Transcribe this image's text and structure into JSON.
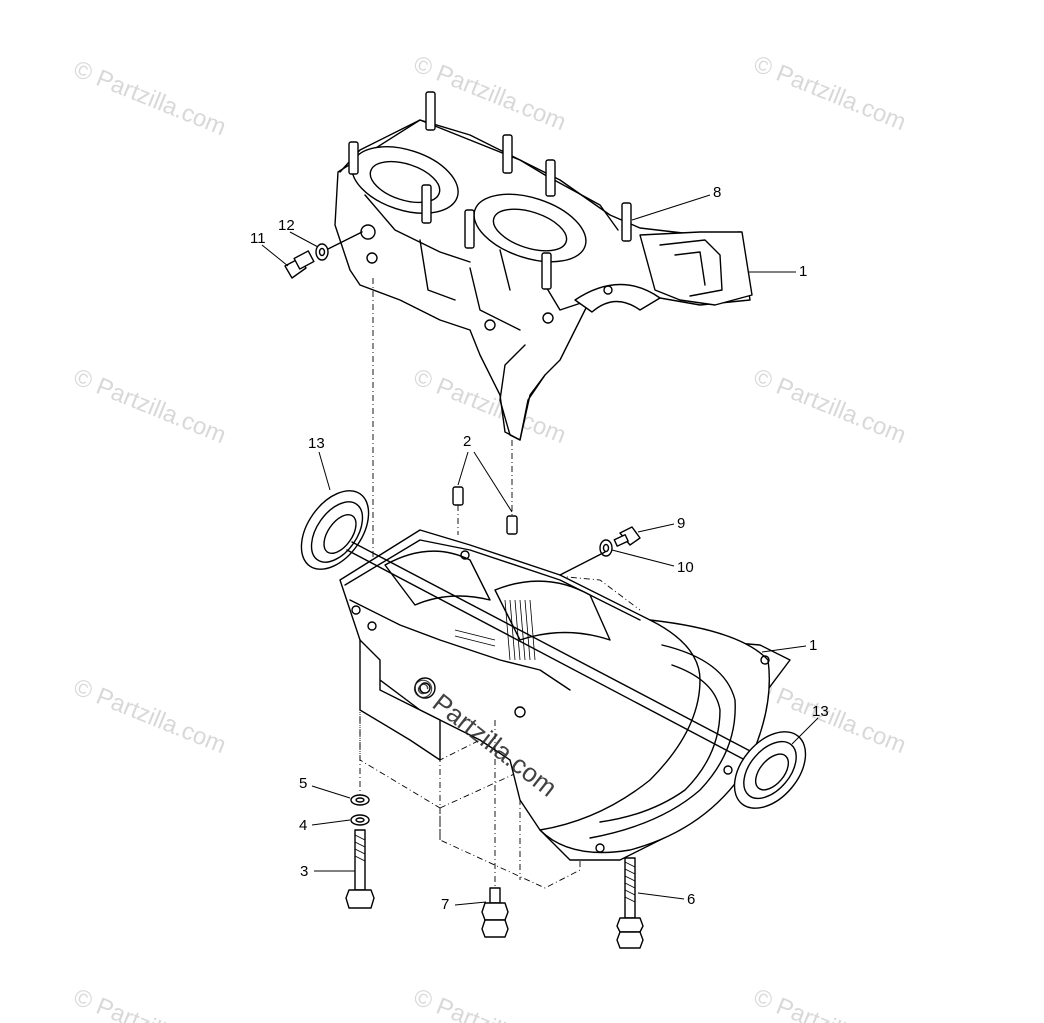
{
  "diagram": {
    "callouts": [
      {
        "id": "c1-top",
        "label": "1"
      },
      {
        "id": "c1-bottom",
        "label": "1"
      },
      {
        "id": "c2",
        "label": "2"
      },
      {
        "id": "c3",
        "label": "3"
      },
      {
        "id": "c4",
        "label": "4"
      },
      {
        "id": "c5",
        "label": "5"
      },
      {
        "id": "c6",
        "label": "6"
      },
      {
        "id": "c7",
        "label": "7"
      },
      {
        "id": "c8",
        "label": "8"
      },
      {
        "id": "c9",
        "label": "9"
      },
      {
        "id": "c10",
        "label": "10"
      },
      {
        "id": "c11",
        "label": "11"
      },
      {
        "id": "c12",
        "label": "12"
      },
      {
        "id": "c13-left",
        "label": "13"
      },
      {
        "id": "c13-right",
        "label": "13"
      }
    ],
    "watermark": "© Partzilla.com"
  }
}
